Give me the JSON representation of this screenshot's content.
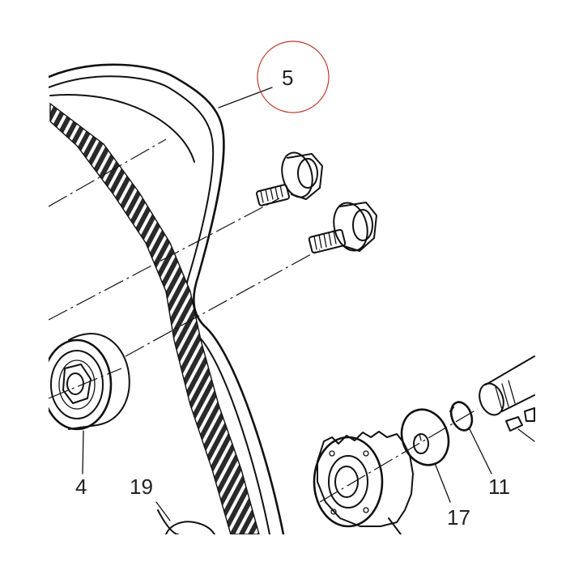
{
  "callouts": [
    {
      "id": "5",
      "text": "5"
    },
    {
      "id": "4",
      "text": "4"
    },
    {
      "id": "19",
      "text": "19"
    },
    {
      "id": "17",
      "text": "17"
    },
    {
      "id": "11",
      "text": "11"
    }
  ],
  "colors": {
    "line": "#111111",
    "highlight_circle": "#c0392b",
    "background": "#ffffff"
  }
}
